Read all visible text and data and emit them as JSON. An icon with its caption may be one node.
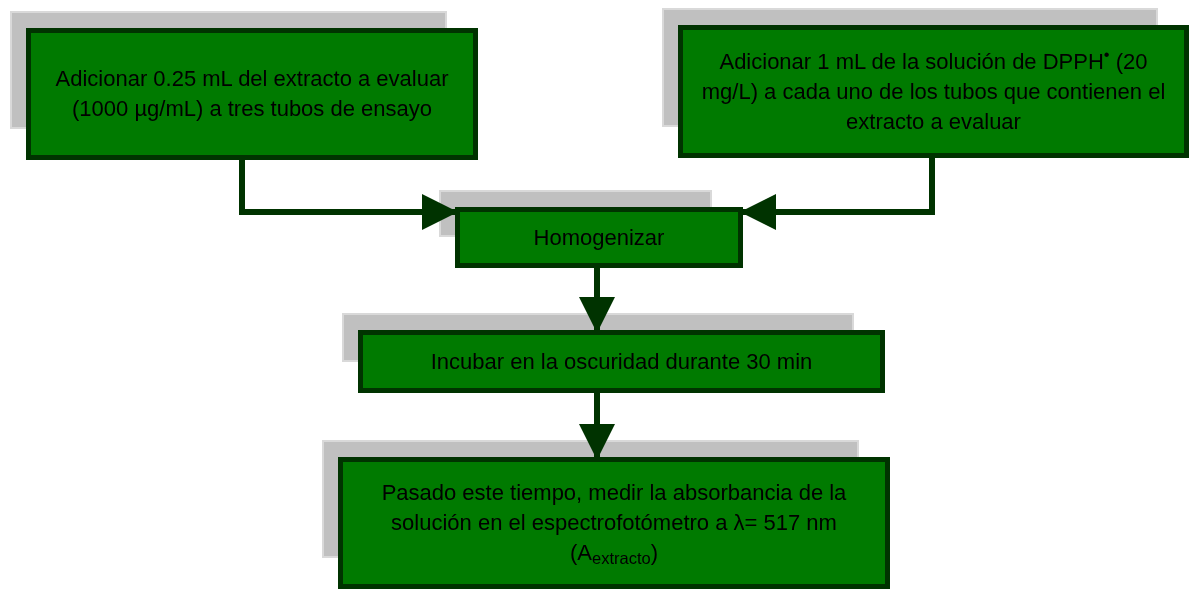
{
  "diagram": {
    "nodes": [
      {
        "text": [
          "Adicionar 0.25 mL del extracto a evaluar (1000 µg/mL) a tres tubos de ensayo"
        ]
      },
      {
        "text": [
          "Adicionar 1 mL de la solución de DPPH$^{•}$ (20 mg/L) a cada uno de los tubos que contienen el extracto a evaluar"
        ]
      },
      {
        "text": [
          "Homogenizar"
        ]
      },
      {
        "text": [
          "Incubar en la oscuridad durante 30 min"
        ]
      },
      {
        "text": [
          "Pasado este tiempo, medir la absorbancia de la solución en el espectrofotómetro a λ= 517 nm (A$_{extracto}$)"
        ]
      }
    ],
    "edges": [
      {
        "from": 0,
        "to": 2,
        "arrow": "to"
      },
      {
        "from": 1,
        "to": 2,
        "arrow": "to"
      },
      {
        "from": 2,
        "to": 3,
        "arrow": "to"
      },
      {
        "from": 3,
        "to": 4,
        "arrow": "to"
      }
    ]
  }
}
